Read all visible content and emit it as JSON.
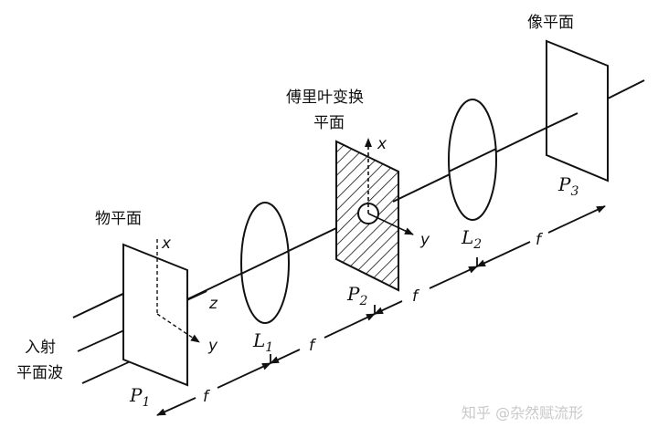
{
  "labels": {
    "image_plane": "像平面",
    "fourier_plane_line1": "傅里叶变换",
    "fourier_plane_line2": "平面",
    "object_plane": "物平面",
    "incident_line1": "入射",
    "incident_line2": "平面波"
  },
  "planes": {
    "p1": "P",
    "p1_sub": "1",
    "p2": "P",
    "p2_sub": "2",
    "p3": "P",
    "p3_sub": "3"
  },
  "lenses": {
    "l1": "L",
    "l1_sub": "1",
    "l2": "L",
    "l2_sub": "2"
  },
  "axes": {
    "x1": "x",
    "y1": "y",
    "z": "z",
    "x2": "x",
    "y2": "y"
  },
  "distances": [
    "f",
    "f",
    "f",
    "f"
  ],
  "watermark": "知乎 @杂然赋流形"
}
